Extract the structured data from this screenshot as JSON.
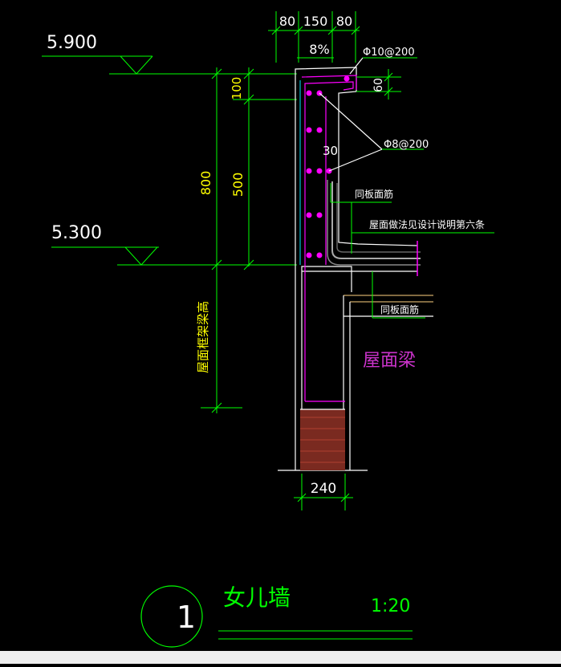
{
  "drawing": {
    "colors": {
      "background": "#000000",
      "dimension_green": "#00ff00",
      "outline_white": "#ffffff",
      "rebar_magenta": "#ff00ff",
      "text_yellow": "#ffff00",
      "label_purple": "#cc33cc",
      "fill_brown": "#7a2a20"
    },
    "elevations": {
      "top": "5.900",
      "bottom": "5.300"
    },
    "top_dims": {
      "left": "80",
      "mid": "150",
      "right": "80"
    },
    "slope": "8%",
    "rebar": {
      "top_bar": "Φ10@200",
      "side_bar": "Φ8@200"
    },
    "dims": {
      "vertical_total": "800",
      "vertical_upper": "100",
      "vertical_lower": "500",
      "side_small": "60",
      "angle_dim": "30",
      "width_bottom": "240"
    },
    "notes": {
      "same_as_slab_top_1": "同板面筋",
      "waterproof": "屋面做法见设计说明第六条",
      "same_as_slab_top_2": "同板面筋",
      "beam_height": "屋面框架梁高",
      "roof_beam": "屋面梁"
    },
    "title_block": {
      "number": "1",
      "name": "女儿墙",
      "scale": "1:20"
    }
  }
}
